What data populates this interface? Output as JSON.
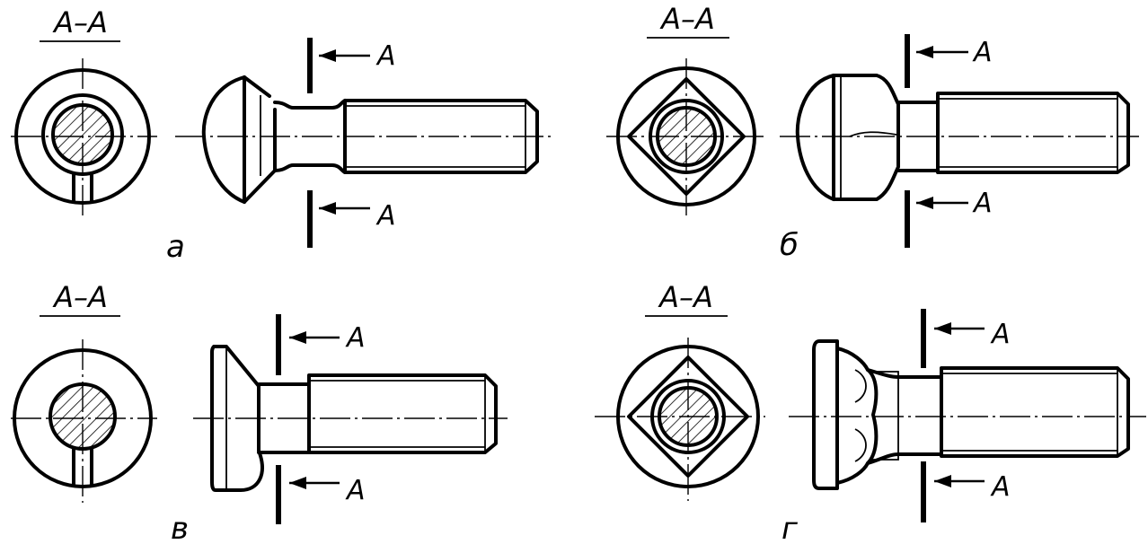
{
  "section_label": "A–A",
  "cut_letter": "A",
  "variants": [
    {
      "letter": "а"
    },
    {
      "letter": "б"
    },
    {
      "letter": "в"
    },
    {
      "letter": "г"
    }
  ]
}
